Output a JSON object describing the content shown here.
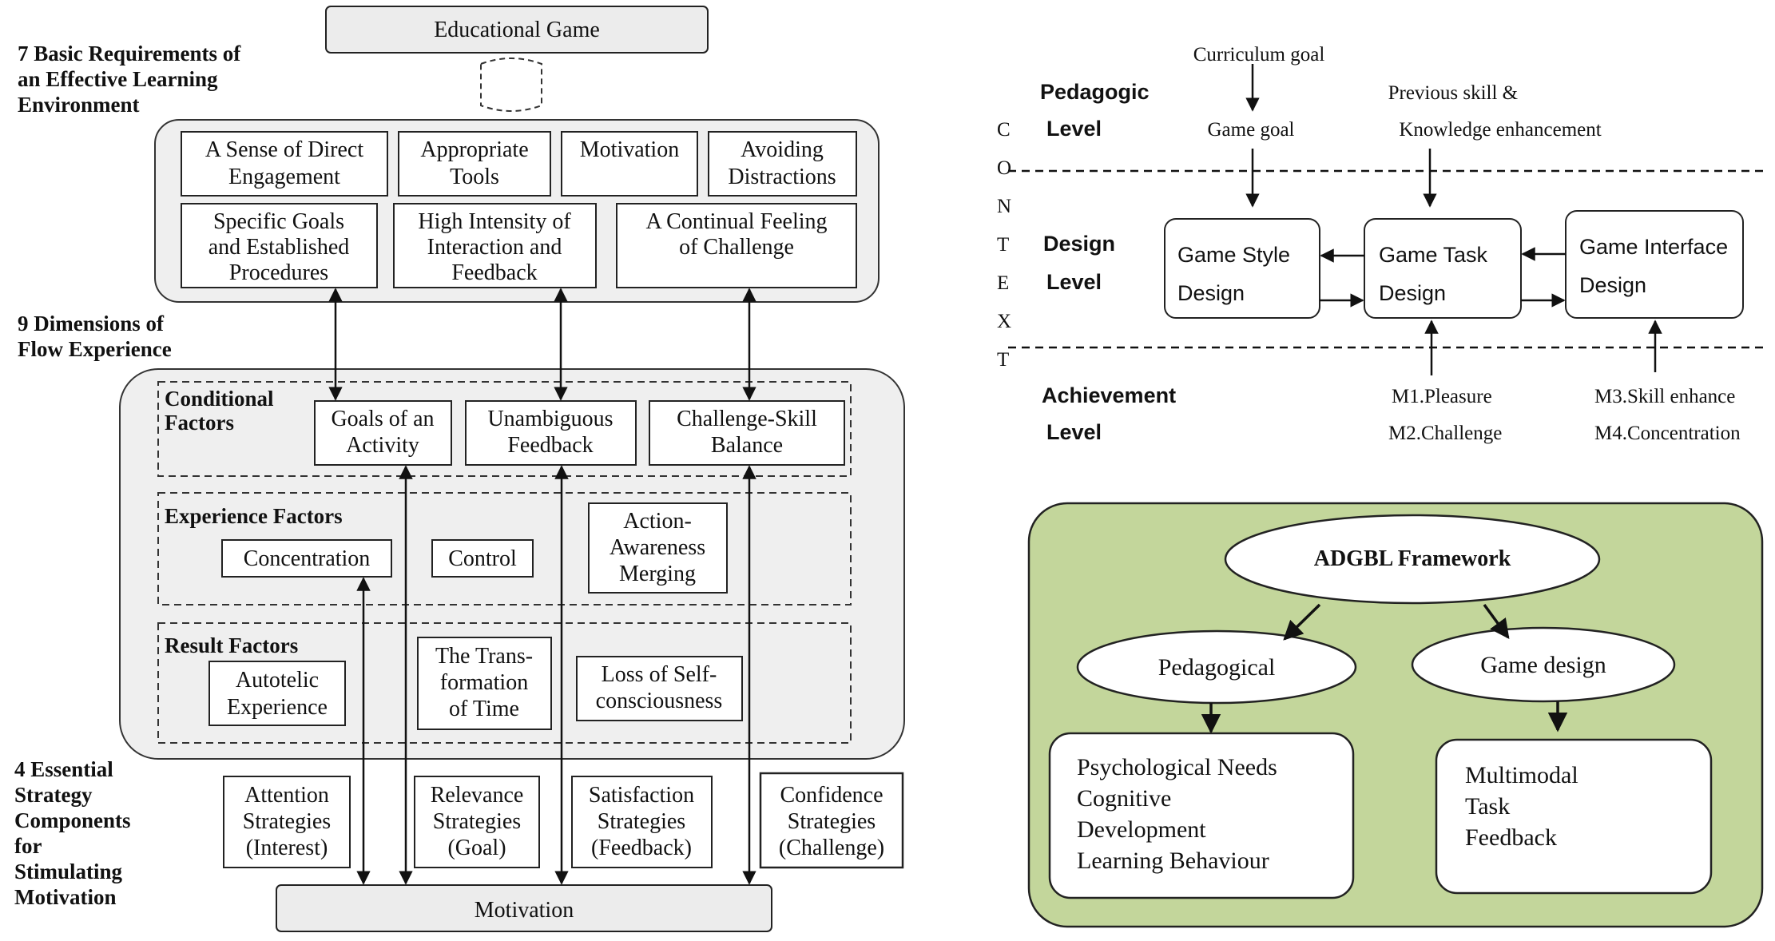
{
  "left": {
    "educational_game": "Educational Game",
    "req_heading": [
      "7 Basic Requirements of",
      "an Effective Learning",
      "Environment"
    ],
    "requirements": [
      [
        "A Sense of Direct",
        "Engagement"
      ],
      [
        "Appropriate",
        "Tools"
      ],
      [
        "Motivation"
      ],
      [
        "Avoiding",
        "Distractions"
      ],
      [
        "Specific Goals",
        "and Established",
        "Procedures"
      ],
      [
        "High Intensity of",
        "Interaction and",
        "Feedback"
      ],
      [
        "A Continual Feeling",
        "of Challenge"
      ]
    ],
    "flow_heading": [
      "9 Dimensions of",
      "Flow Experience"
    ],
    "conditional_label": [
      "Conditional",
      "Factors"
    ],
    "conditional": [
      [
        "Goals of an",
        "Activity"
      ],
      [
        "Unambiguous",
        "Feedback"
      ],
      [
        "Challenge-Skill",
        "Balance"
      ]
    ],
    "experience_label": "Experience Factors",
    "experience": [
      [
        "Concentration"
      ],
      [
        "Control"
      ],
      [
        "Action-",
        "Awareness",
        "Merging"
      ]
    ],
    "result_label": "Result Factors",
    "result": [
      [
        "Autotelic",
        "Experience"
      ],
      [
        "The Trans-",
        "formation",
        "of Time"
      ],
      [
        "Loss of Self-",
        "consciousness"
      ]
    ],
    "strategy_heading": [
      "4 Essential",
      "Strategy",
      "Components",
      "for",
      "Stimulating",
      "Motivation"
    ],
    "strategies": [
      [
        "Attention",
        "Strategies",
        "(Interest)"
      ],
      [
        "Relevance",
        "Strategies",
        "(Goal)"
      ],
      [
        "Satisfaction",
        "Strategies",
        "(Feedback)"
      ],
      [
        "Confidence",
        "Strategies",
        "(Challenge)"
      ]
    ],
    "motivation": "Motivation"
  },
  "right_top": {
    "context_letters": [
      "C",
      "O",
      "N",
      "T",
      "E",
      "X",
      "T"
    ],
    "pedagogic_level": [
      "Pedagogic",
      "Level"
    ],
    "design_level": [
      "Design",
      "Level"
    ],
    "achievement_level": [
      "Achievement",
      "Level"
    ],
    "curriculum_goal": "Curriculum goal",
    "game_goal": "Game goal",
    "previous_skill": [
      "Previous skill &",
      "Knowledge enhancement"
    ],
    "game_style_design": [
      "Game Style",
      "Design"
    ],
    "game_task_design": [
      "Game Task",
      "Design"
    ],
    "game_interface_design": [
      "Game Interface",
      "Design"
    ],
    "measures_left": [
      "M1.Pleasure",
      "M2.Challenge"
    ],
    "measures_right": [
      "M3.Skill enhance",
      "M4.Concentration"
    ]
  },
  "right_bottom": {
    "framework": "ADGBL Framework",
    "pedagogical": "Pedagogical",
    "game_design": "Game design",
    "pedagogical_items": [
      "Psychological Needs",
      "Cognitive",
      "Development",
      "Learning Behaviour"
    ],
    "game_design_items": [
      "Multimodal",
      "Task",
      "Feedback"
    ],
    "panel_color": "#c3d69b"
  }
}
